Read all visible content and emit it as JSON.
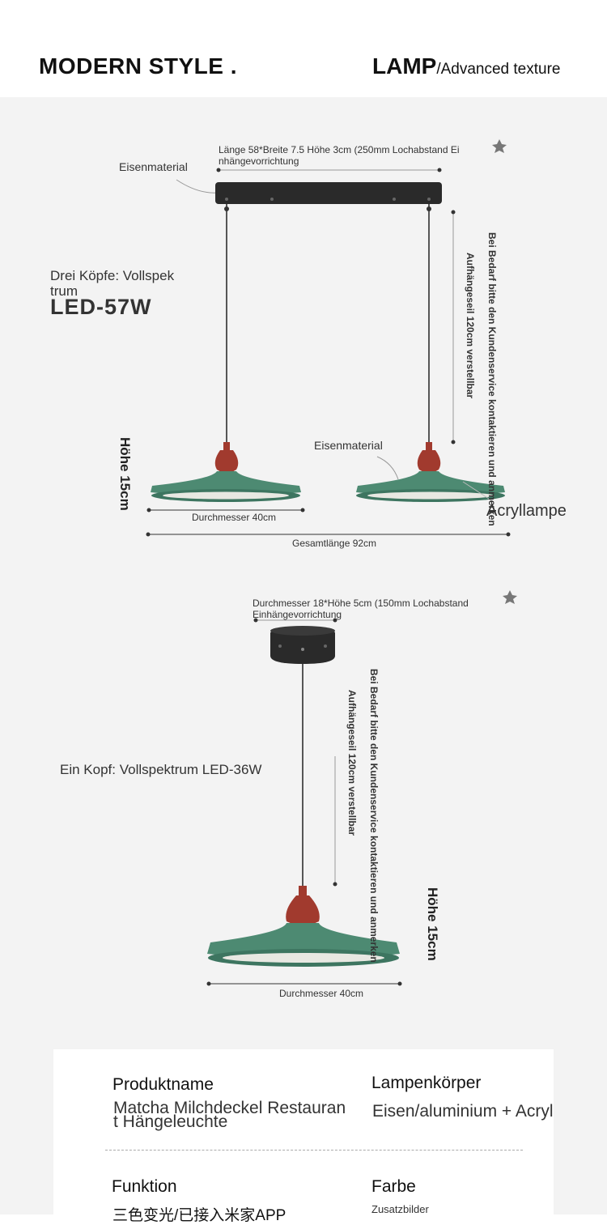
{
  "header": {
    "left_title": "MODERN STYLE .",
    "right_big": "LAMP",
    "right_small": "/Advanced texture"
  },
  "lamp3": {
    "top_dims_line1": "Länge 58*Breite 7.5 Höhe 3cm (250mm Lochabstand Ei",
    "top_dims_line2": "nhängevorrichtung",
    "iron_top": "Eisenmaterial",
    "heads_line1": "Drei Köpfe: Vollspek",
    "heads_line2": "trum",
    "led": "LED-57W",
    "service_note": "Bei Bedarf bitte den Kundenservice kontaktieren und anmerken",
    "cable_note": "Aufhängeseil 120cm verstellbar",
    "iron_shade": "Eisenmaterial",
    "height": "Höhe 15cm",
    "diameter": "Durchmesser 40cm",
    "acrylic": "Acryllampe",
    "total_length": "Gesamtlänge 92cm"
  },
  "lamp1": {
    "top_dims_line1": "Durchmesser 18*Höhe 5cm (150mm Lochabstand",
    "top_dims_line2": "Einhängevorrichtung",
    "heads": "Ein Kopf: Vollspektrum LED-36W",
    "service_note": "Bei Bedarf bitte den Kundenservice kontaktieren und anmerken",
    "cable_note": "Aufhängeseil 120cm verstellbar",
    "height": "Höhe 15cm",
    "diameter": "Durchmesser 40cm"
  },
  "specs": {
    "product_label": "Produktname",
    "product_value_line1": "Matcha Milchdeckel Restauran",
    "product_value_line2": "t Hängeleuchte",
    "body_label": "Lampenkörper",
    "body_value": "Eisen/aluminium + Acryl",
    "function_label": "Funktion",
    "function_value": "三色变光/已接入米家APP",
    "color_label": "Farbe",
    "color_value": "Zusatzbilder"
  },
  "colors": {
    "shade_green": "#4d8a72",
    "stem_red": "#a13a2e",
    "canopy_dark": "#2a2a2a",
    "panel_bg": "#f3f3f3"
  }
}
